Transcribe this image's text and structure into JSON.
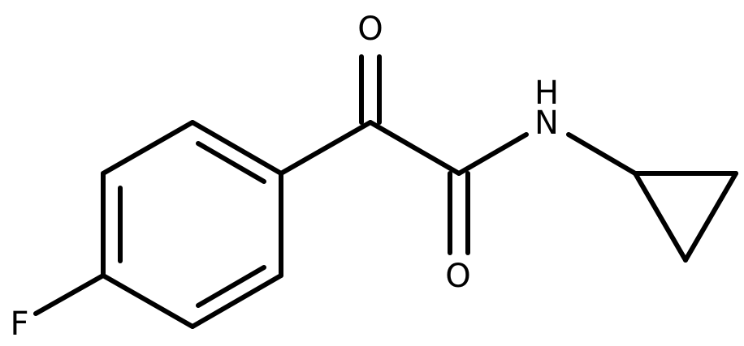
{
  "atoms": {
    "fluorine": "F",
    "ketone_oxygen": "O",
    "amide_oxygen": "O",
    "nitrogen": "N",
    "amide_hydrogen": "H"
  },
  "colors": {
    "bond": "#000000",
    "label": "#000000",
    "background": "#ffffff"
  }
}
